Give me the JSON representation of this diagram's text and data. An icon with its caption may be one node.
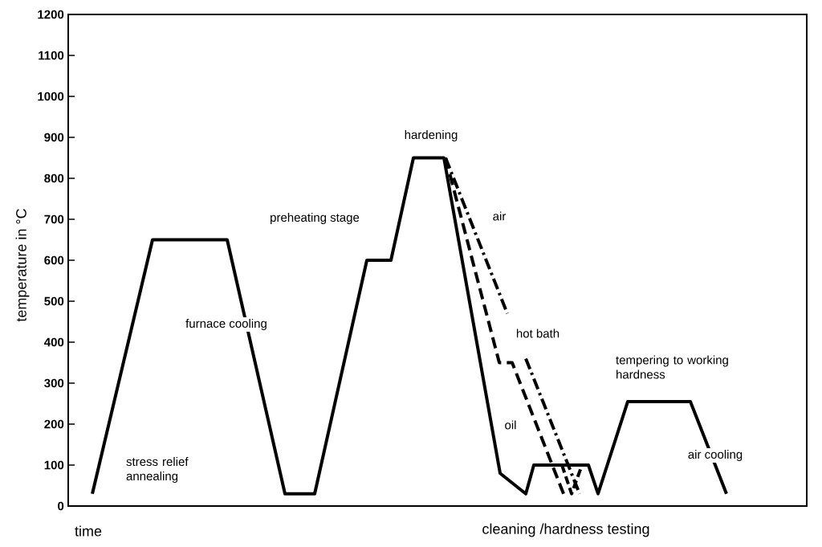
{
  "diagram": {
    "labels": [
      "1200",
      "1100",
      "1000",
      "900",
      "800",
      "700",
      "600",
      "500",
      "400",
      "300",
      "200",
      "100",
      "0",
      "temperature in °C",
      "hardening",
      "preheating stage",
      "air",
      "furnace cooling",
      "hot bath",
      "tempering to working hardness",
      "oil",
      "stress relief annealing",
      "air cooling",
      "time",
      "cleaning /hardness testing"
    ]
  }
}
